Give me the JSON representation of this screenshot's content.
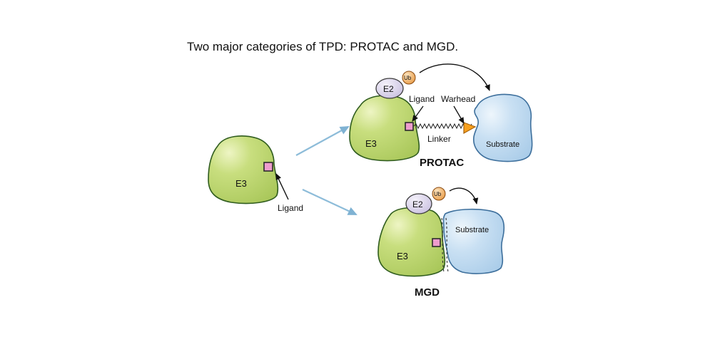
{
  "title": "Two major categories of TPD: PROTAC and MGD.",
  "left_panel": {
    "e3_label": "E3",
    "ligand_label": "Ligand"
  },
  "protac_panel": {
    "e2_label": "E2",
    "ub_label": "Ub",
    "e3_label": "E3",
    "ligand_label": "Ligand",
    "warhead_label": "Warhead",
    "linker_label": "Linker",
    "substrate_label": "Substrate",
    "caption": "PROTAC"
  },
  "mgd_panel": {
    "e2_label": "E2",
    "ub_label": "Ub",
    "e3_label": "E3",
    "substrate_label": "Substrate",
    "caption": "MGD"
  },
  "colors": {
    "e3_fill": "#c5dc7a",
    "e3_stroke": "#2f5c1e",
    "substrate_fill": "#c4ddf1",
    "substrate_stroke": "#3d6f9c",
    "e2_fill": "#ddd6ec",
    "ub_fill": "#f2b56a",
    "ligand_fill": "#ee9ccd",
    "warhead_fill": "#f7a11f",
    "flow_arrow": "#8dbcd9"
  }
}
